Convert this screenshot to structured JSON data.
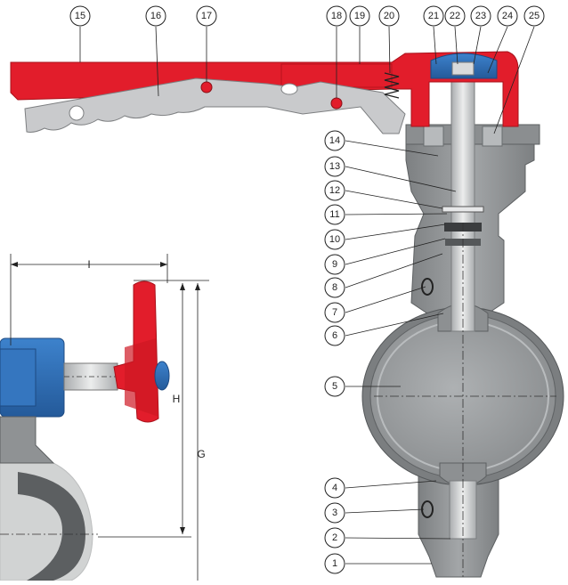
{
  "diagram": {
    "callouts": [
      {
        "id": "15",
        "label": "15"
      },
      {
        "id": "16",
        "label": "16"
      },
      {
        "id": "17",
        "label": "17"
      },
      {
        "id": "18",
        "label": "18"
      },
      {
        "id": "19",
        "label": "19"
      },
      {
        "id": "20",
        "label": "20"
      },
      {
        "id": "21",
        "label": "21"
      },
      {
        "id": "22",
        "label": "22"
      },
      {
        "id": "23",
        "label": "23"
      },
      {
        "id": "24",
        "label": "24"
      },
      {
        "id": "25",
        "label": "25"
      },
      {
        "id": "14",
        "label": "14"
      },
      {
        "id": "13",
        "label": "13"
      },
      {
        "id": "12",
        "label": "12"
      },
      {
        "id": "11",
        "label": "11"
      },
      {
        "id": "10",
        "label": "10"
      },
      {
        "id": "9",
        "label": "9"
      },
      {
        "id": "8",
        "label": "8"
      },
      {
        "id": "7",
        "label": "7"
      },
      {
        "id": "6",
        "label": "6"
      },
      {
        "id": "5",
        "label": "5"
      },
      {
        "id": "4",
        "label": "4"
      },
      {
        "id": "3",
        "label": "3"
      },
      {
        "id": "2",
        "label": "2"
      },
      {
        "id": "1",
        "label": "1"
      }
    ],
    "dimensions": {
      "i_label": "I",
      "h_label": "H",
      "g_label": "G"
    },
    "colors": {
      "handle": "#e21d2b",
      "handle_dark": "#b8121c",
      "lever": "#c9cacc",
      "body": "#8f9294",
      "body_dark": "#6f7274",
      "disc": "#9fa2a4",
      "cap": "#2f6fb8",
      "gearbox": "#2f6fb8",
      "stem": "#d3d5d6"
    }
  }
}
